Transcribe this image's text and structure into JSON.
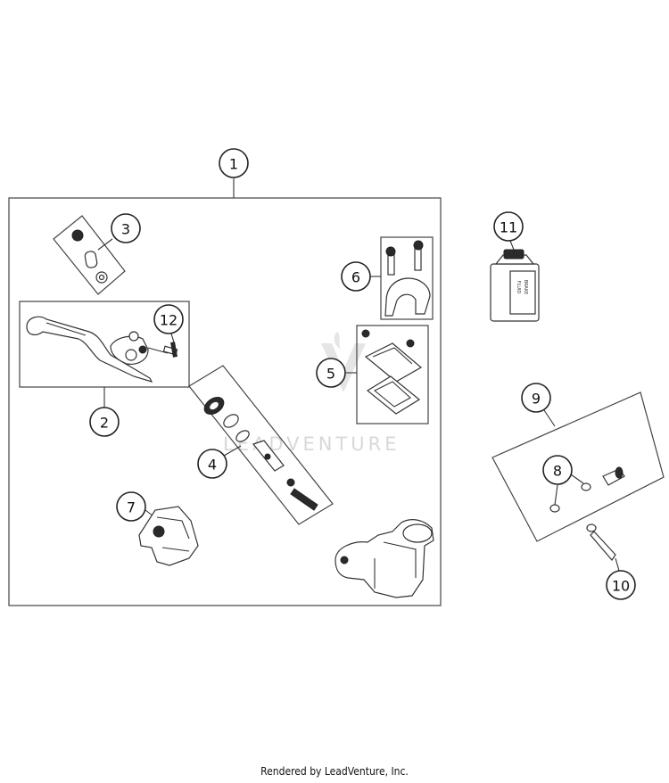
{
  "callouts": {
    "c1": "1",
    "c2": "2",
    "c3": "3",
    "c4": "4",
    "c5": "5",
    "c6": "6",
    "c7": "7",
    "c8": "8",
    "c9": "9",
    "c10": "10",
    "c11": "11",
    "c12": "12"
  },
  "bottle_label": {
    "line1": "BRAKE",
    "line2": "FLUID"
  },
  "watermark": {
    "logo_text": "LEADVENTURE"
  },
  "footer": {
    "text": "Rendered by LeadVenture, Inc."
  }
}
